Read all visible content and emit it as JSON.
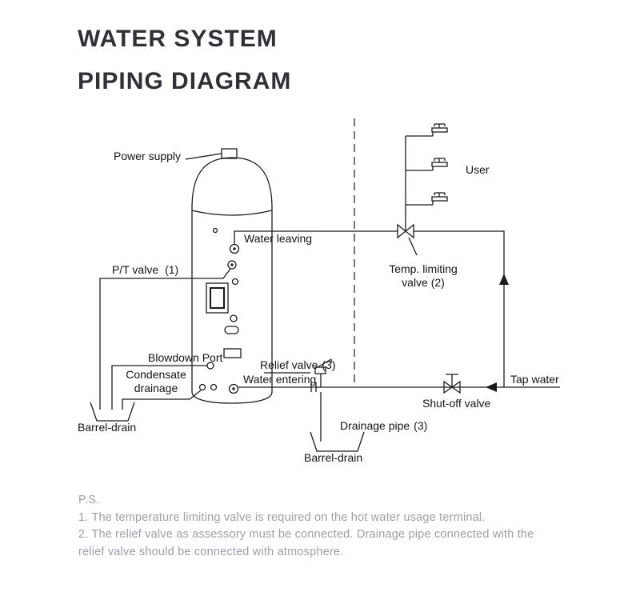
{
  "title": {
    "line1": "WATER SYSTEM",
    "line2": "PIPING DIAGRAM"
  },
  "labels": {
    "power_supply": "Power supply",
    "water_leaving": "Water leaving",
    "pt_valve": "P/T valve",
    "pt_valve_ref": "(1)",
    "blowdown_port": "Blowdown Port",
    "condensate_line1": "Condensate",
    "condensate_line2": "drainage",
    "barrel_drain_left": "Barrel-drain",
    "water_entering": "Water entering",
    "relief_valve": "Relief valve",
    "relief_valve_ref": "(3)",
    "drainage_pipe": "Drainage pipe",
    "drainage_pipe_ref": "(3)",
    "barrel_drain_right": "Barrel-drain",
    "user": "User",
    "temp_limiting_line1": "Temp. limiting",
    "temp_limiting_line2": "valve (2)",
    "tap_water": "Tap water",
    "shutoff_valve": "Shut-off valve"
  },
  "notes": {
    "ps": "P.S.",
    "lines": [
      "1. The temperature limiting valve is required on the hot water usage terminal.",
      "2. The relief valve as assessory must be connected. Drainage pipe connected with the",
      "relief valve should be connected with atmosphere."
    ]
  },
  "colors": {
    "background": "#ffffff",
    "title_text": "#2f3038",
    "diagram_line": "#1c1c1c",
    "label_text": "#141414",
    "notes_text": "#9ca0a8"
  }
}
